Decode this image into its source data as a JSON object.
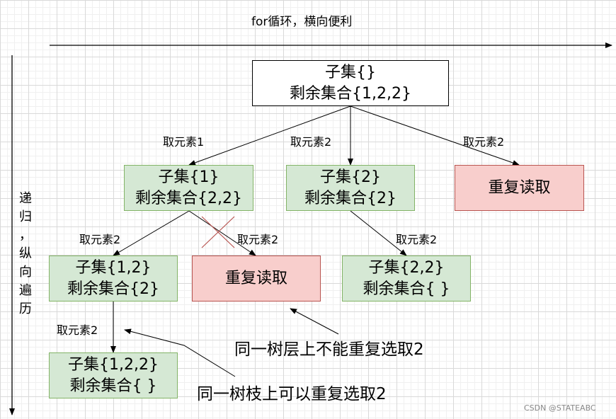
{
  "header": {
    "for_label": "for循环，横向便利"
  },
  "side": {
    "chars": [
      "递",
      "归",
      "，",
      "纵",
      "向",
      "遍",
      "历"
    ]
  },
  "nodes": {
    "root": {
      "line1": "子集{}",
      "line2": "剩余集合{1,2,2}"
    },
    "n1": {
      "line1": "子集{1}",
      "line2": "剩余集合{2,2}"
    },
    "n2": {
      "line1": "子集{2}",
      "line2": "剩余集合{2}"
    },
    "dup_top": {
      "text": "重复读取"
    },
    "n12": {
      "line1": "子集{1,2}",
      "line2": "剩余集合{2}"
    },
    "dup_mid": {
      "text": "重复读取"
    },
    "n22": {
      "line1": "子集{2,2}",
      "line2": "剩余集合{ }"
    },
    "n122": {
      "line1": "子集{1,2,2}",
      "line2": "剩余集合{ }"
    }
  },
  "edge_labels": {
    "root_n1": "取元素1",
    "root_n2": "取元素2",
    "root_dup": "取元素2",
    "n1_n12": "取元素2",
    "n1_dup": "取元素2",
    "n2_n22": "取元素2",
    "n12_n122": "取元素2"
  },
  "notes": {
    "same_level": "同一树层上不能重复选取2",
    "same_branch": "同一树枝上可以重复选取2"
  },
  "watermark": "CSDN @STATEABC",
  "colors": {
    "green_fill": "#d5e8d4",
    "green_border": "#82b366",
    "red_fill": "#f8cecc",
    "red_border": "#b85450",
    "cross": "#b85450"
  }
}
